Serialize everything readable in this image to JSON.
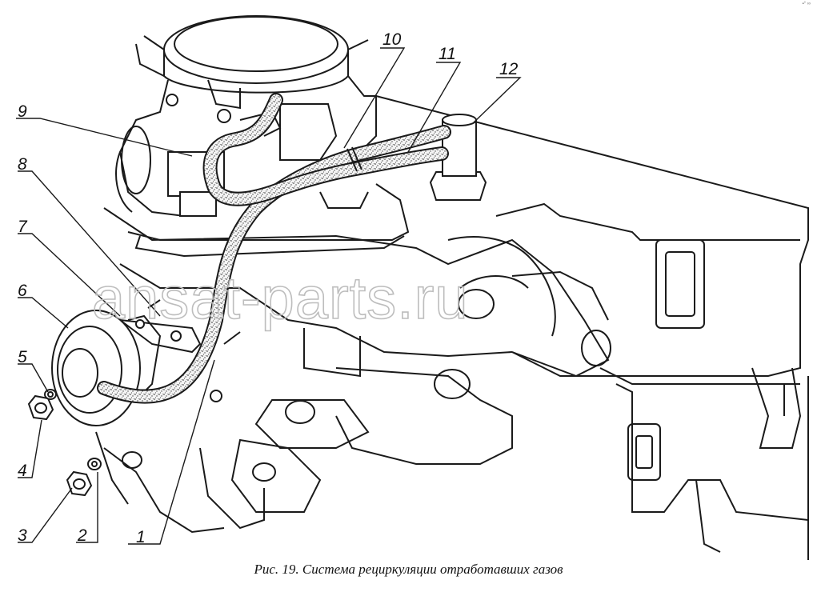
{
  "caption": "Рис. 19. Система рециркуляции отработавших газов",
  "watermark": "ansat-parts.ru",
  "corner_mark": "▪° ∞",
  "callouts": [
    "1",
    "2",
    "3",
    "4",
    "5",
    "6",
    "7",
    "8",
    "9",
    "10",
    "11",
    "12"
  ]
}
